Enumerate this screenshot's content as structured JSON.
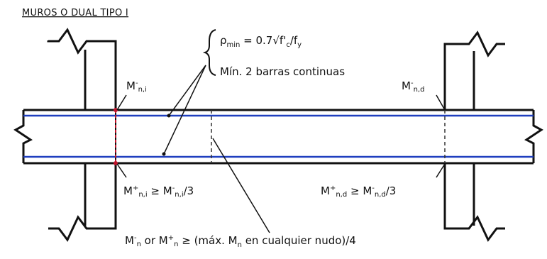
{
  "title": "MUROS O DUAL TIPO I",
  "colors": {
    "line": "#111111",
    "rebar": "#1f3fbf",
    "section_left": "#c0132b",
    "dashed": "#333333"
  },
  "annotations": {
    "rho_min": {
      "rho": "ρ",
      "sub": "min",
      "rest_a": " = 0.7√f'",
      "sub2": "c",
      "rest_b": "/f",
      "sub3": "y"
    },
    "min_bars": "Mín. 2 barras continuas",
    "m_neg_left": {
      "base": "M",
      "sup": "-",
      "sub": "n,i"
    },
    "m_neg_right": {
      "base": "M",
      "sup": "-",
      "sub": "n,d"
    },
    "m_pos_left": {
      "base": "M",
      "sup": "+",
      "sub": "n,i",
      "rel": " ≥ M",
      "sup2": "-",
      "sub2": "n,i",
      "tail": "/3"
    },
    "m_pos_right": {
      "base": "M",
      "sup": "+",
      "sub": "n,d",
      "rel": " ≥ M",
      "sup2": "-",
      "sub2": "n,d",
      "tail": "/3"
    },
    "bottom_rule": {
      "a": "M",
      "a_sup": "-",
      "a_sub": "n",
      "or": " or M",
      "b_sup": "+",
      "b_sub": "n",
      "mid": " ≥ (máx. M",
      "c_sub": "n",
      "tail": " en cualquier nudo)/4"
    }
  }
}
